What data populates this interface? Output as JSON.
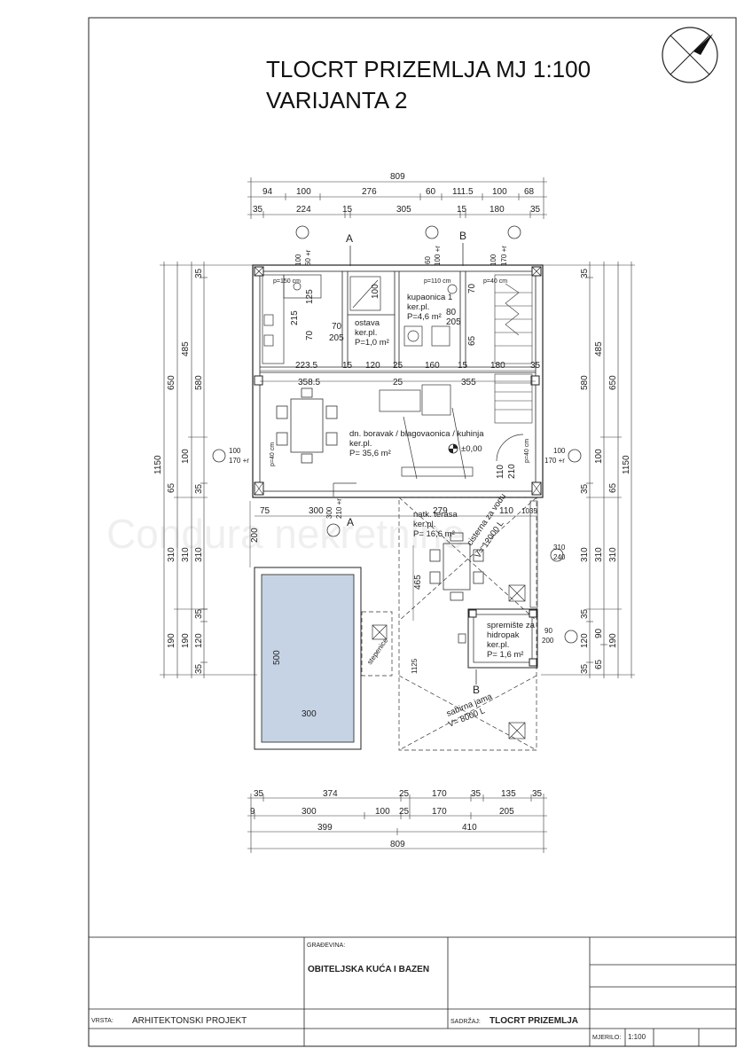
{
  "title": {
    "line1": "TLOCRT PRIZEMLJA MJ 1:100",
    "line2": "VARIJANTA 2"
  },
  "watermark": "Condura nekretnine",
  "colors": {
    "line": "#222222",
    "pool": "#c6d3e4",
    "paper": "#ffffff"
  },
  "section_labels": {
    "a_top": "A",
    "a_bottom": "A",
    "b_top": "B",
    "b_bottom": "B"
  },
  "dims_top": {
    "total": "809",
    "row2": [
      "94",
      "100",
      "276",
      "60",
      "111.5",
      "100",
      "68"
    ],
    "row3": [
      "35",
      "224",
      "15",
      "305",
      "15",
      "180",
      "35"
    ]
  },
  "dims_bottom": {
    "row1": [
      "35",
      "374",
      "25",
      "170",
      "35",
      "135",
      "35"
    ],
    "row2": [
      "9",
      "300",
      "100",
      "25",
      "170",
      "205"
    ],
    "row3": [
      "399",
      "410"
    ],
    "total": "809"
  },
  "dims_left": {
    "total": "1150",
    "col2": [
      "650",
      "65",
      "310",
      "190"
    ],
    "col3": [
      "485",
      "100",
      "310",
      "190"
    ],
    "col4": [
      "35",
      "580",
      "35",
      "310",
      "35",
      "120",
      "35"
    ]
  },
  "dims_right": {
    "total": "1150",
    "col2": [
      "650",
      "65",
      "310",
      "190"
    ],
    "col3": [
      "485",
      "100",
      "310",
      "90",
      "65"
    ],
    "col4": [
      "35",
      "580",
      "35",
      "310",
      "35",
      "120",
      "35"
    ]
  },
  "window_tags": {
    "t1": "100",
    "t1b": "60 +r",
    "t2": "60",
    "t2b": "100 +r",
    "t3": "100",
    "t3b": "170 +r",
    "l1": "100",
    "l1b": "170 +r",
    "r1": "100",
    "r1b": "170 +r",
    "b1": "300",
    "b1b": "210 +r",
    "r2": "310",
    "r2b": "240",
    "r3": "90",
    "r3b": "200"
  },
  "inner_dims": {
    "d1": "223.5",
    "d2": "15",
    "d3": "120",
    "d4": "25",
    "d5": "160",
    "d6": "15",
    "d7": "180",
    "d8": "35",
    "d9": "358.5",
    "d10": "25",
    "d11": "355",
    "d12": "215",
    "d13": "125",
    "d14": "70",
    "d15": "100",
    "d16": "70",
    "d17": "65",
    "d18": "75",
    "d19": "300",
    "d20": "279",
    "d21": "110",
    "d22": "1035",
    "d23": "200",
    "d24": "465",
    "d25": "500",
    "d26": "300",
    "d27": "110",
    "d28": "210",
    "d29": "1125",
    "sill1": "p=150 cm",
    "sill2": "p=110 cm",
    "sill3": "p=40 cm",
    "sill4": "p=40 cm",
    "sill5": "p=40 cm",
    "door1": "70",
    "door1b": "205",
    "door2": "80",
    "door2b": "205"
  },
  "rooms": {
    "ostava": {
      "name": "ostava",
      "floor": "ker.pl.",
      "area": "P=1,0 m²"
    },
    "kupaonica": {
      "name": "kupaonica 1",
      "floor": "ker.pl.",
      "area": "P=4,6 m²"
    },
    "dnevni": {
      "name": "dn. boravak / blagovaonica / kuhinja",
      "floor": "ker.pl.",
      "area": "P= 35,6 m²"
    },
    "terasa": {
      "name": "natk. terasa",
      "floor": "ker.pl.",
      "area": "P= 16,6 m²"
    },
    "spremiste": {
      "name_l1": "spremište za",
      "name_l2": "hidropak",
      "floor": "ker.pl.",
      "area": "P= 1,6 m²"
    },
    "level": "±0,00",
    "cisterna_l1": "cisterna za vodu",
    "cisterna_l2": "V= 12000 L",
    "sabirna_l1": "sabirna jama",
    "sabirna_l2": "V= 8000 L",
    "stepenica": "stepenice"
  },
  "title_block": {
    "gradevina_label": "GRAĐEVINA:",
    "gradevina": "OBITELJSKA KUĆA I BAZEN",
    "vrsta_label": "VRSTA:",
    "vrsta": "ARHITEKTONSKI PROJEKT",
    "sadrzaj_label": "SADRŽAJ:",
    "sadrzaj": "TLOCRT PRIZEMLJA",
    "mjerilo_label": "MJERILO:",
    "mjerilo": "1:100"
  }
}
